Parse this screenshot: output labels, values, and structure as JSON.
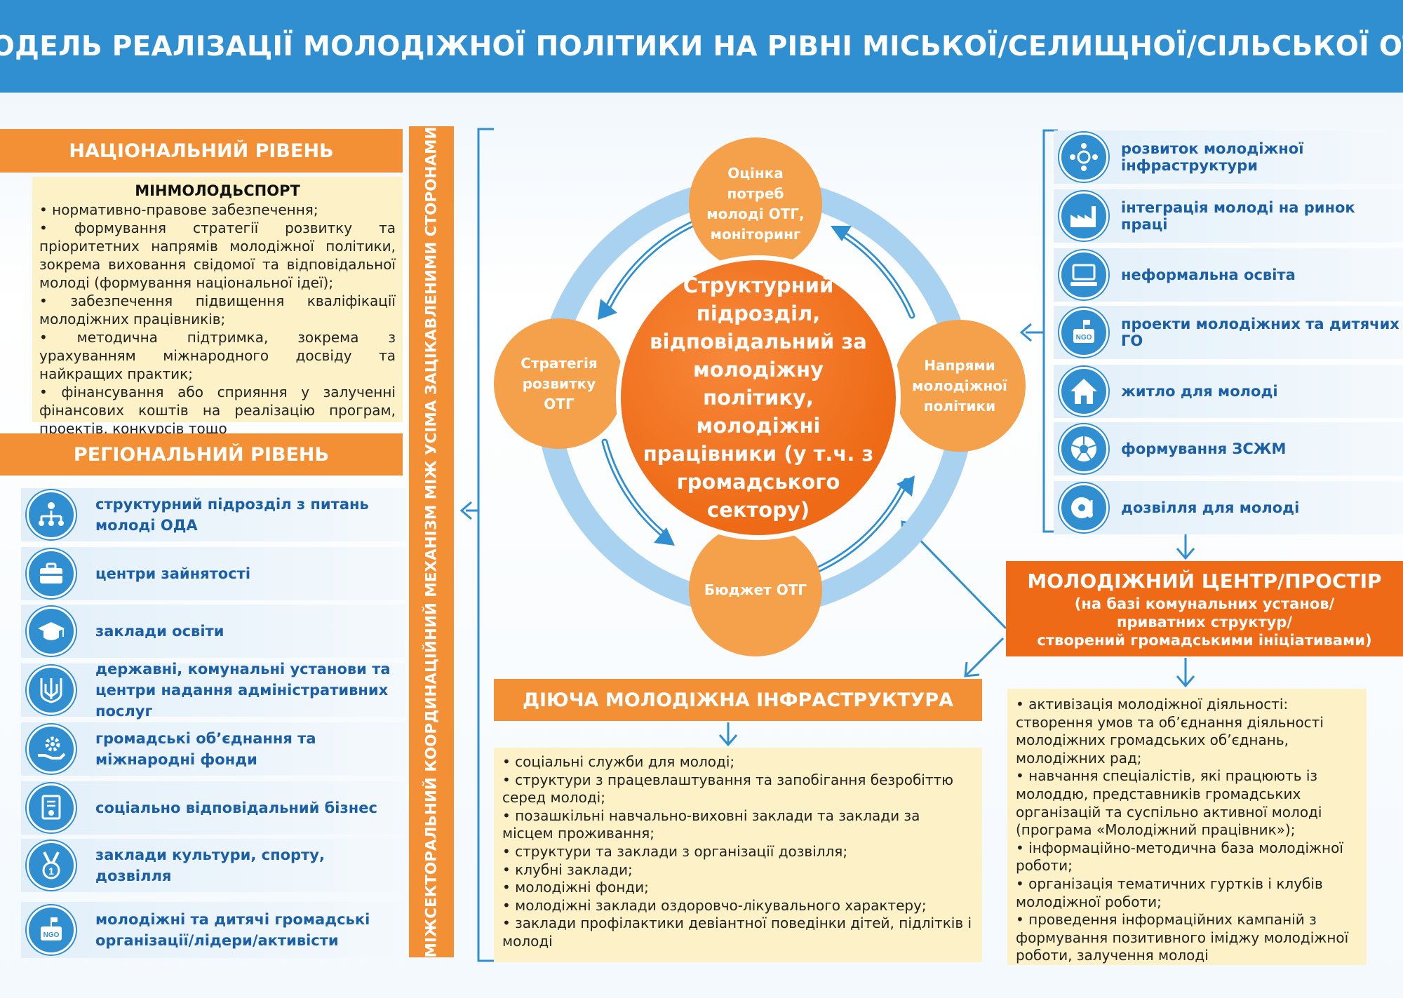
{
  "header": {
    "title": "МОДЕЛЬ РЕАЛІЗАЦІЇ МОЛОДІЖНОЇ ПОЛІТИКИ НА РІВНІ МІСЬКОЇ/СЕЛИЩНОЇ/СІЛЬСЬКОЇ ОТГ"
  },
  "colors": {
    "blue": "#2f8fd0",
    "orange": "#f39036",
    "dark_orange": "#ee6a16",
    "cream": "#fdf1c8"
  },
  "national": {
    "heading": "НАЦІОНАЛЬНИЙ РІВЕНЬ",
    "ministry": "МІНМОЛОДЬСПОРТ",
    "items": [
      "• нормативно-правове забезпечення;",
      "• формування стратегії розвитку та пріоритетних напрямів молодіжної політики, зокрема виховання свідомої та відповідальної молоді (формування національної ідеї);",
      "• забезпечення підвищення кваліфікації молодіжних працівників;",
      "• методична підтримка, зокрема з урахуванням міжнародного досвіду та найкращих практик;",
      "• фінансування або сприяння у залученні фінансових коштів на реалізацію програм, проектів, конкурсів тощо"
    ]
  },
  "regional": {
    "heading": "РЕГІОНАЛЬНИЙ РІВЕНЬ",
    "items": [
      {
        "label": "структурний підрозділ з  питань молоді ОДА",
        "icon": "org-structure-icon"
      },
      {
        "label": "центри зайнятості",
        "icon": "briefcase-icon"
      },
      {
        "label": "заклади освіти",
        "icon": "graduation-cap-icon"
      },
      {
        "label": "державні, комунальні установи та центри надання адміністративних послуг",
        "icon": "trident-icon"
      },
      {
        "label": "громадські об’єднання та міжнародні фонди",
        "icon": "hand-gear-icon"
      },
      {
        "label": "соціально відповідальний бізнес",
        "icon": "certificate-icon"
      },
      {
        "label": "заклади культури, спорту, дозвілля",
        "icon": "medal-icon"
      },
      {
        "label": "молодіжні та дитячі громадські організації/лідери/активісти",
        "icon": "ngo-flag-icon"
      }
    ]
  },
  "vertical_band": {
    "text": "МІЖСЕКТОРАЛЬНИЙ КООРДИНАЦІЙНИЙ МЕХАНІЗМ МІЖ УСІМА ЗАЦІКАВЛЕНИМИ СТОРОНАМИ"
  },
  "cycle": {
    "center": "Структурний підрозділ, відповідальний за молодіжну політику, молодіжні працівники (у т.ч. з громадського сектору)",
    "top": "Оцінка потреб молоді ОТГ, моніторинг",
    "left": "Стратегія розвитку ОТГ",
    "right": "Напрями молодіжної політики",
    "bottom": "Бюджет ОТГ"
  },
  "directions": {
    "items": [
      {
        "label": "розвиток молодіжної інфраструктури",
        "icon": "network-icon"
      },
      {
        "label": "інтеграція молоді на ринок праці",
        "icon": "factory-icon"
      },
      {
        "label": "неформальна освіта",
        "icon": "computer-icon"
      },
      {
        "label": "проекти молодіжних та дитячих ГО",
        "icon": "ngo-flag-icon"
      },
      {
        "label": "житло для молоді",
        "icon": "house-icon"
      },
      {
        "label": "формування ЗСЖМ",
        "icon": "football-icon"
      },
      {
        "label": "дозвілля для молоді",
        "icon": "music-disc-icon"
      }
    ]
  },
  "youth_center": {
    "title": "МОЛОДІЖНИЙ ЦЕНТР/ПРОСТІР",
    "subtitle_lines": [
      "(на базі комунальних установ/",
      "приватних структур/",
      "створений громадськими ініціативами)"
    ],
    "items": [
      "• активізація молодіжної діяльності: створення умов та об’єднання діяльності молодіжних громадських об’єднань, молодіжних рад;",
      "• навчання спеціалістів, які працюють із молоддю, представників громадських організацій та суспільно активної молоді (програма «Молодіжний працівник»);",
      "• інформаційно-методична база молодіжної роботи;",
      "• організація тематичних гуртків і клубів молодіжної роботи;",
      "• проведення інформаційних кампаній з формування позитивного іміджу молодіжної роботи, залучення молоді"
    ]
  },
  "infrastructure": {
    "title": "ДІЮЧА МОЛОДІЖНА ІНФРАСТРУКТУРА",
    "items": [
      "• соціальні служби для молоді;",
      "• структури з працевлаштування та запобігання безробіттю серед молоді;",
      "• позашкільні навчально-виховні заклади та заклади за місцем проживання;",
      "• структури та заклади з організації дозвілля;",
      "• клубні заклади;",
      "• молодіжні фонди;",
      "• молодіжні заклади оздоровчо-лікувального характеру;",
      "• заклади профілактики девіантної поведінки дітей, підлітків і молоді"
    ]
  }
}
